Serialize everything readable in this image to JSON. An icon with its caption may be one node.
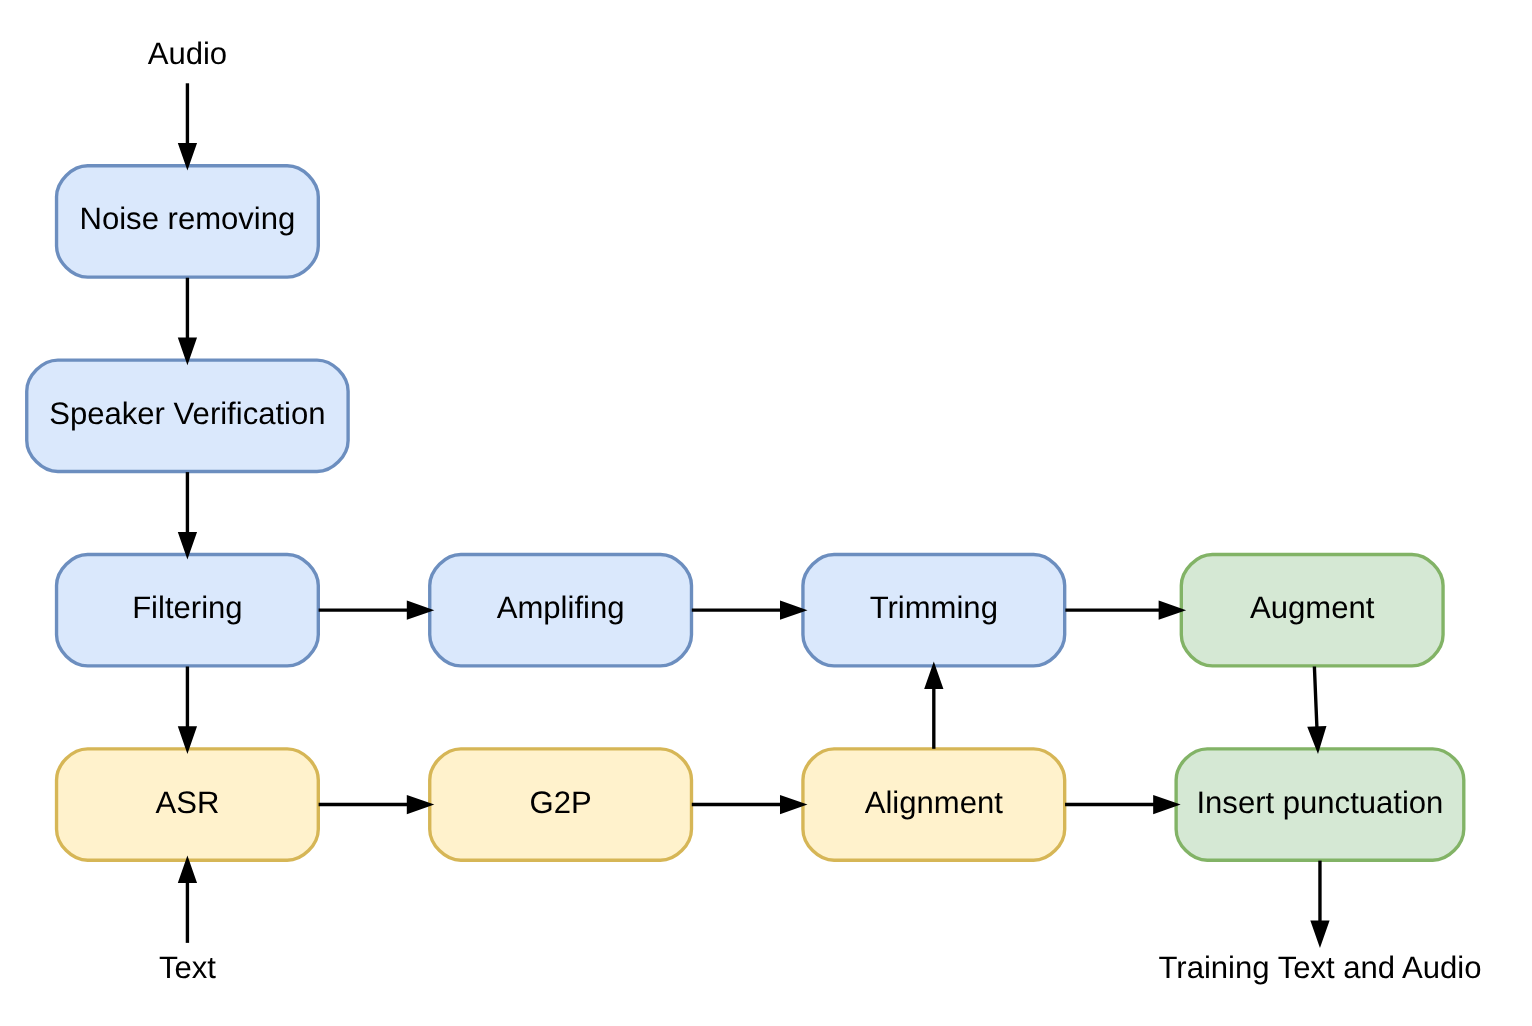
{
  "diagram": {
    "nodes": [
      {
        "text": [
          "Audio"
        ]
      },
      {
        "text": [
          "Noise removing"
        ]
      },
      {
        "text": [
          "Speaker Verification"
        ]
      },
      {
        "text": [
          "Filtering"
        ]
      },
      {
        "text": [
          "Amplifing"
        ]
      },
      {
        "text": [
          "Trimming"
        ]
      },
      {
        "text": [
          "Augment"
        ]
      },
      {
        "text": [
          "ASR"
        ]
      },
      {
        "text": [
          "G2P"
        ]
      },
      {
        "text": [
          "Alignment"
        ]
      },
      {
        "text": [
          "Insert punctuation"
        ]
      },
      {
        "text": [
          "Text"
        ]
      },
      {
        "text": [
          "Training Text and Audio"
        ]
      }
    ],
    "edges": [
      {
        "from": 0,
        "to": 1,
        "arrow": "to"
      },
      {
        "from": 1,
        "to": 2,
        "arrow": "to"
      },
      {
        "from": 2,
        "to": 3,
        "arrow": "to"
      },
      {
        "from": 3,
        "to": 4,
        "arrow": "to"
      },
      {
        "from": 4,
        "to": 5,
        "arrow": "to"
      },
      {
        "from": 5,
        "to": 6,
        "arrow": "to"
      },
      {
        "from": 3,
        "to": 7,
        "arrow": "to"
      },
      {
        "from": 7,
        "to": 8,
        "arrow": "to"
      },
      {
        "from": 8,
        "to": 9,
        "arrow": "to"
      },
      {
        "from": 9,
        "to": 5,
        "arrow": "to"
      },
      {
        "from": 9,
        "to": 10,
        "arrow": "to"
      },
      {
        "from": 6,
        "to": 10,
        "arrow": "to"
      },
      {
        "from": 11,
        "to": 7,
        "arrow": "to"
      },
      {
        "from": 10,
        "to": 12,
        "arrow": "to"
      }
    ]
  }
}
